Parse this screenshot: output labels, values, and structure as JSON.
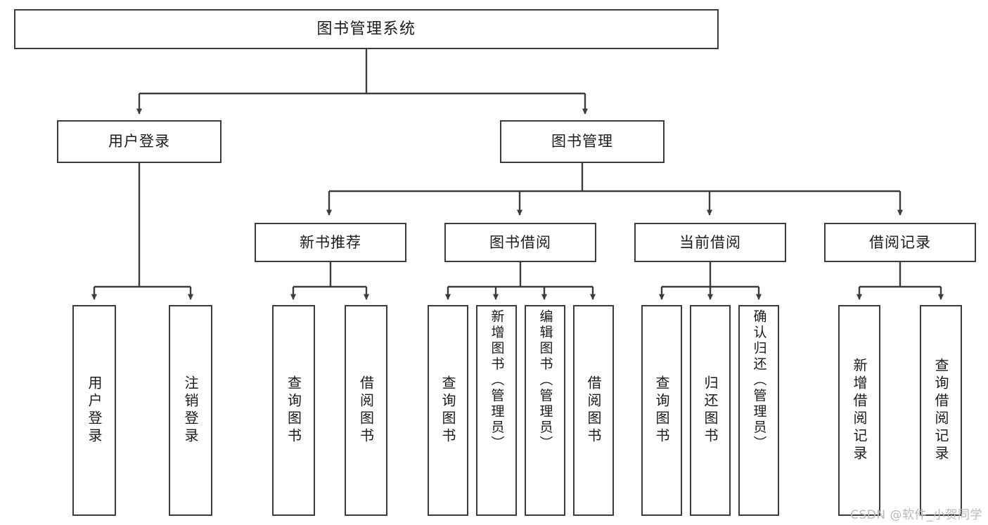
{
  "diagram": {
    "title": "图书管理系统",
    "watermark": "CSDN @软件_小贺同学",
    "accent_color": "#3b3b3b",
    "background_color": "#ffffff",
    "root": {
      "label": "图书管理系统"
    },
    "level2": [
      {
        "label": "用户登录"
      },
      {
        "label": "图书管理"
      }
    ],
    "level3": [
      {
        "label": "新书推荐"
      },
      {
        "label": "图书借阅"
      },
      {
        "label": "当前借阅"
      },
      {
        "label": "借阅记录"
      }
    ],
    "leaves": {
      "user_login": [
        {
          "label": "用户登录"
        },
        {
          "label": "注销登录"
        }
      ],
      "new_book_recommend": [
        {
          "label": "查询图书"
        },
        {
          "label": "借阅图书"
        }
      ],
      "book_borrow": [
        {
          "label": "查询图书"
        },
        {
          "label": "新增图书（管理员）"
        },
        {
          "label": "编辑图书（管理员）"
        },
        {
          "label": "借阅图书"
        }
      ],
      "current_borrow": [
        {
          "label": "查询图书"
        },
        {
          "label": "归还图书"
        },
        {
          "label": "确认归还（管理员）"
        }
      ],
      "borrow_record": [
        {
          "label": "新增借阅记录"
        },
        {
          "label": "查询借阅记录"
        }
      ]
    }
  }
}
